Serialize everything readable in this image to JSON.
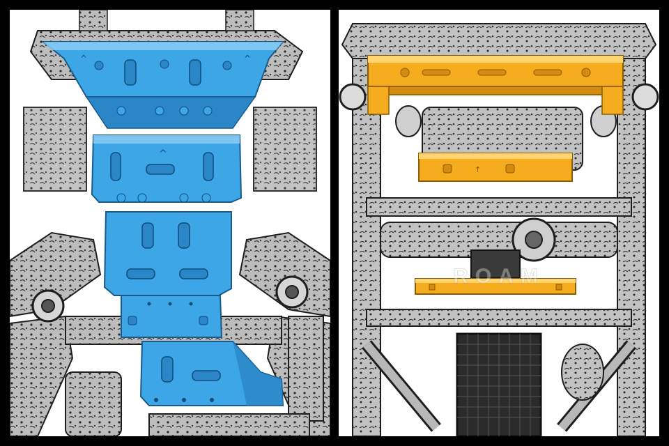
{
  "layout": "two-panel-render-comparison",
  "panels": [
    {
      "id": "left",
      "description_icon": "blue-skid-plates-icon",
      "part_color": "#3da6e6",
      "part_shade": "#2a86c7",
      "part_light": "#8fd0f5"
    },
    {
      "id": "right",
      "description_icon": "orange-crossmembers-icon",
      "part_color": "#f5ad1f",
      "part_shade": "#d48c0f",
      "part_light": "#ffd46e",
      "watermark": "ROAM"
    }
  ],
  "colors": {
    "frame": "#000000",
    "background": "#ffffff",
    "chassis_light": "#c9c9c9",
    "chassis_dark": "#6b6b6b",
    "chassis_outline": "#1e1e1e"
  }
}
